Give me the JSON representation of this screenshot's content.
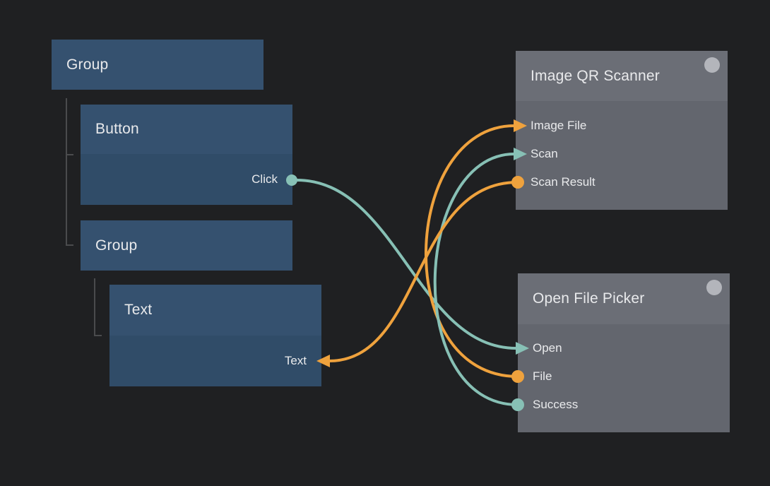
{
  "canvas": {
    "background": "#1f2022"
  },
  "colors": {
    "teal": "#87c0b5",
    "orange": "#efa23d",
    "tree_box_header": "#35516f",
    "tree_box_body": "#304c68",
    "node_header": "#6b6e76",
    "node_body": "#63666e",
    "indicator": "#b3b5bb",
    "text": "#e9eaec",
    "connector": "#4a4b4d"
  },
  "tree": {
    "root": {
      "label": "Group"
    },
    "button": {
      "label": "Button",
      "port_label": "Click"
    },
    "subgroup": {
      "label": "Group"
    },
    "text": {
      "label": "Text",
      "port_label": "Text"
    }
  },
  "nodes": {
    "qr_scanner": {
      "title": "Image QR Scanner",
      "ports": [
        {
          "label": "Image File",
          "marker": "arrow-in"
        },
        {
          "label": "Scan",
          "marker": "arrow-in"
        },
        {
          "label": "Scan Result",
          "marker": "circle-out"
        }
      ]
    },
    "file_picker": {
      "title": "Open File Picker",
      "ports": [
        {
          "label": "Open",
          "marker": "arrow-in"
        },
        {
          "label": "File",
          "marker": "circle-out"
        },
        {
          "label": "Success",
          "marker": "circle-out"
        }
      ]
    }
  },
  "edges": [
    {
      "from": "Button.Click",
      "to": "Open File Picker.Open",
      "color": "teal"
    },
    {
      "from": "Open File Picker.File",
      "to": "Image QR Scanner.Image File",
      "color": "orange"
    },
    {
      "from": "Open File Picker.Success",
      "to": "Image QR Scanner.Scan",
      "color": "teal"
    },
    {
      "from": "Image QR Scanner.Scan Result",
      "to": "Text.Text",
      "color": "orange"
    }
  ]
}
